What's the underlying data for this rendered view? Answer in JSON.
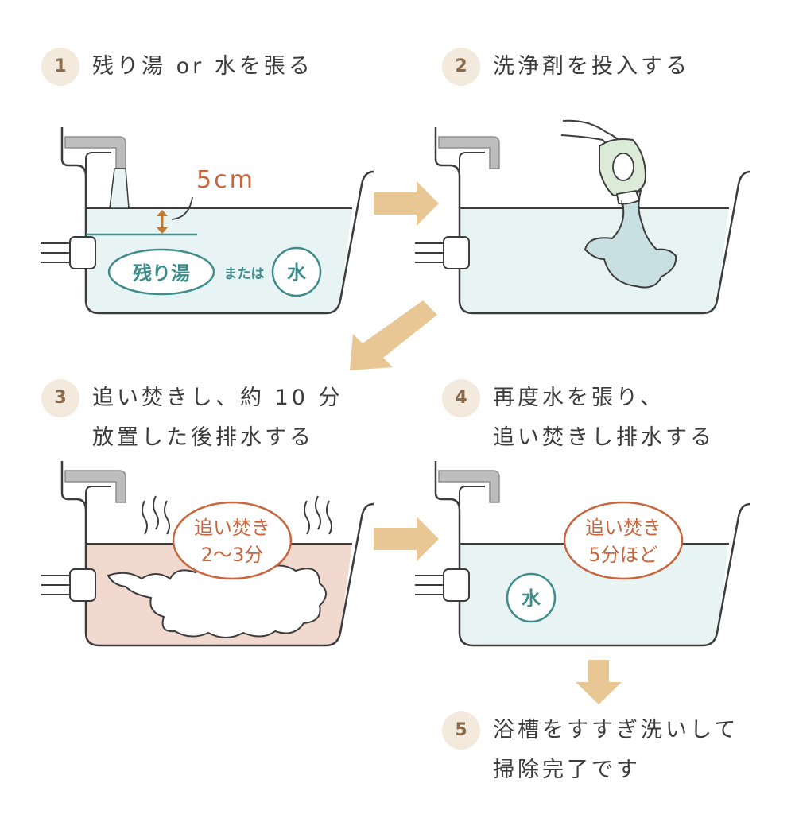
{
  "steps": [
    {
      "number": "1",
      "text": "残り湯 or 水を張る"
    },
    {
      "number": "2",
      "text": "洗浄剤を投入する"
    },
    {
      "number": "3",
      "line1": "追い焚きし、約 10 分",
      "line2": "放置した後排水する"
    },
    {
      "number": "4",
      "line1": "再度水を張り、",
      "line2": "追い焚きし排水する"
    },
    {
      "number": "5",
      "line1": "浴槽をすすぎ洗いして",
      "line2": "掃除完了です"
    }
  ],
  "panel1": {
    "depth": "5cm",
    "leftover": "残り湯",
    "or": "または",
    "water": "水"
  },
  "panel3": {
    "reheat": "追い焚き",
    "time": "2〜3分"
  },
  "panel4": {
    "reheat": "追い焚き",
    "time": "5分ほど",
    "water": "水"
  },
  "colors": {
    "water": "#e8f4f4",
    "hot_water": "#f2d9d0",
    "outline": "#3c3c3c",
    "teal": "#3f8c8c",
    "orange_text": "#c9663d",
    "arrow": "#e9c794",
    "badge": "#f3e9dd",
    "detergent": "#c9e0e3"
  },
  "icons": [
    "faucet-icon",
    "drain-pipe-icon",
    "steam-icon",
    "detergent-bottle-icon",
    "hand-icon",
    "arrow-right-icon",
    "arrow-down-left-icon",
    "arrow-down-icon"
  ]
}
